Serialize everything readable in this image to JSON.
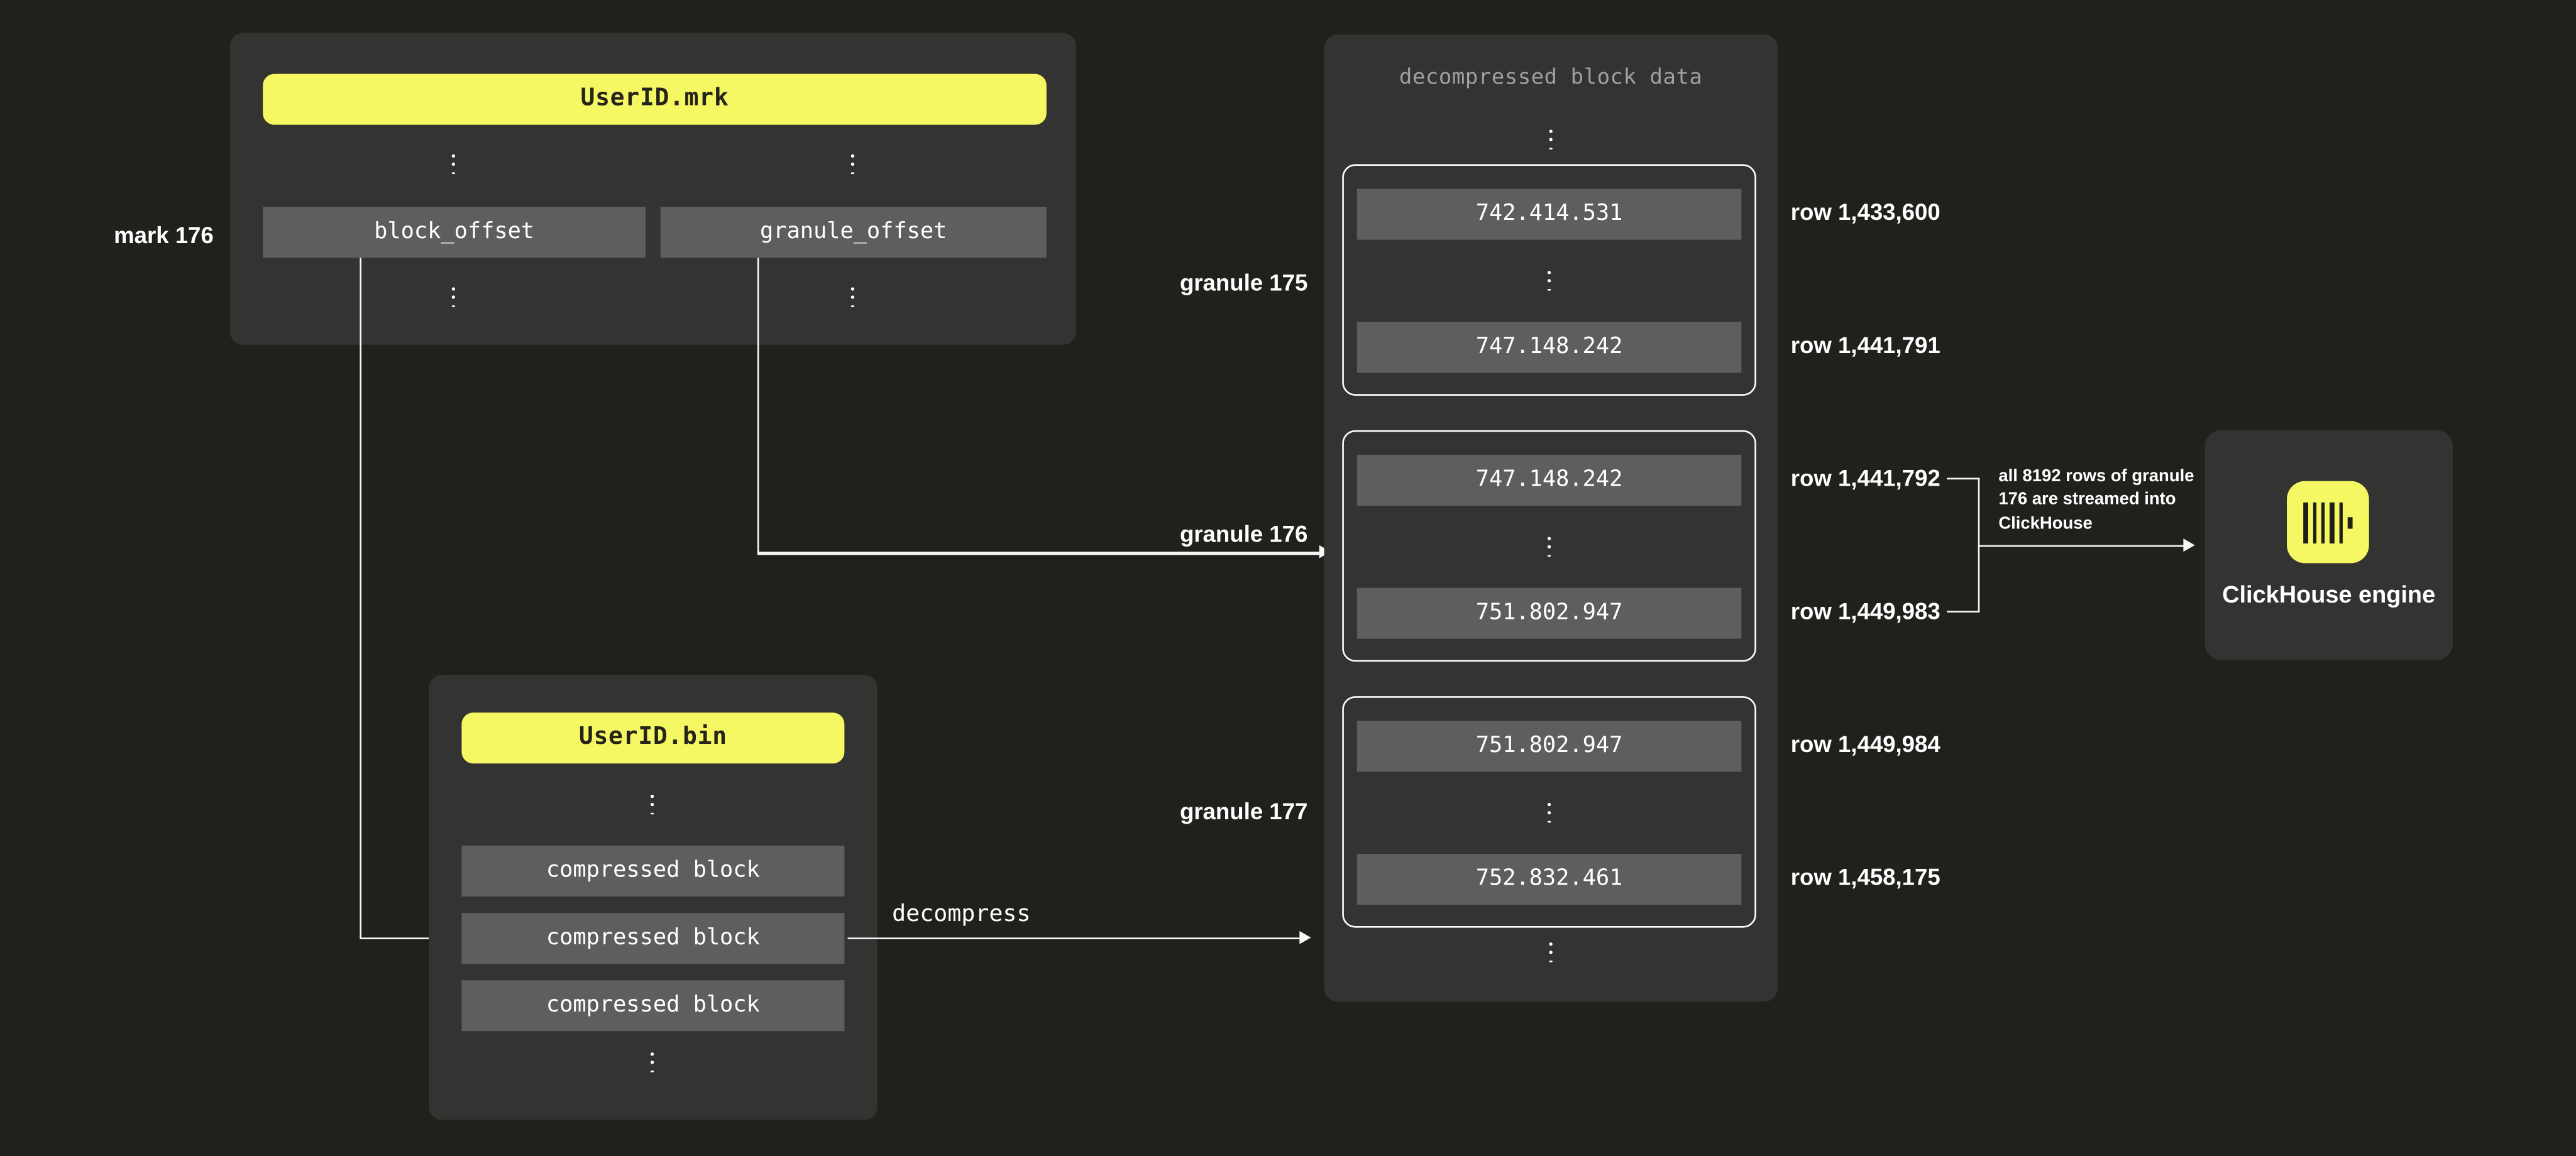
{
  "mrk_file": {
    "title": "UserID.mrk",
    "mark_label": "mark 176",
    "fields": [
      "block_offset",
      "granule_offset"
    ]
  },
  "bin_file": {
    "title": "UserID.bin",
    "blocks": [
      "compressed block",
      "compressed block",
      "compressed block"
    ]
  },
  "decompress_label": "decompress",
  "decompressed": {
    "title": "decompressed block data",
    "granules": [
      {
        "label": "granule 175",
        "first_value": "742.414.531",
        "last_value": "747.148.242",
        "first_row": "row 1,433,600",
        "last_row": "row 1,441,791"
      },
      {
        "label": "granule 176",
        "first_value": "747.148.242",
        "last_value": "751.802.947",
        "first_row": "row 1,441,792",
        "last_row": "row 1,449,983"
      },
      {
        "label": "granule 177",
        "first_value": "751.802.947",
        "last_value": "752.832.461",
        "first_row": "row 1,449,984",
        "last_row": "row 1,458,175"
      }
    ]
  },
  "annotation": {
    "lines": [
      "all 8192 rows of granule",
      "176 are streamed into",
      "ClickHouse"
    ]
  },
  "engine": {
    "label": "ClickHouse engine",
    "logo_icon": "clickhouse-logo"
  },
  "icons": {
    "vertical_ellipsis": "⋮"
  },
  "colors": {
    "background": "#21201c",
    "panel": "#333331",
    "box_gray": "#5e5e5e",
    "accent_yellow": "#f5f763",
    "line_white": "#f7f7f7",
    "muted_text": "#9fa0a0"
  }
}
